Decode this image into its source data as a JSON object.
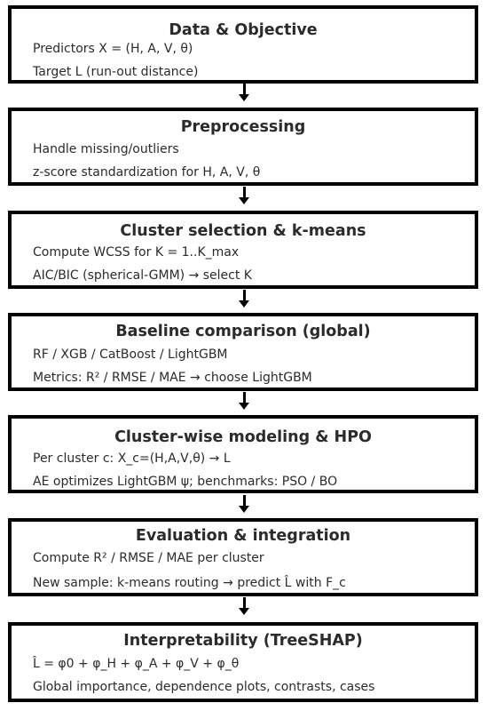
{
  "steps": [
    {
      "title": "Data & Objective",
      "lines": [
        "Predictors X = (H, A, V, θ)",
        "Target L (run-out distance)"
      ]
    },
    {
      "title": "Preprocessing",
      "lines": [
        "Handle missing/outliers",
        "z-score standardization for H, A, V, θ"
      ]
    },
    {
      "title": "Cluster selection & k-means",
      "lines": [
        "Compute WCSS for K = 1..K_max",
        "AIC/BIC (spherical-GMM) → select K"
      ]
    },
    {
      "title": "Baseline comparison (global)",
      "lines": [
        "RF / XGB / CatBoost / LightGBM",
        "Metrics: R² / RMSE / MAE → choose LightGBM"
      ]
    },
    {
      "title": "Cluster-wise modeling & HPO",
      "lines": [
        "Per cluster c: X_c=(H,A,V,θ) → L",
        "AE optimizes LightGBM ψ; benchmarks: PSO / BO"
      ]
    },
    {
      "title": "Evaluation & integration",
      "lines": [
        "Compute R² / RMSE / MAE per cluster",
        "New sample: k-means routing → predict L̂ with F_c"
      ]
    },
    {
      "title": "Interpretability (TreeSHAP)",
      "lines": [
        "L̂ = φ0 + φ_H + φ_A + φ_V + φ_θ",
        "Global importance, dependence plots, contrasts, cases"
      ]
    }
  ],
  "colors": {
    "border": "#000000",
    "text": "#2b2b2b",
    "background": "#ffffff"
  }
}
